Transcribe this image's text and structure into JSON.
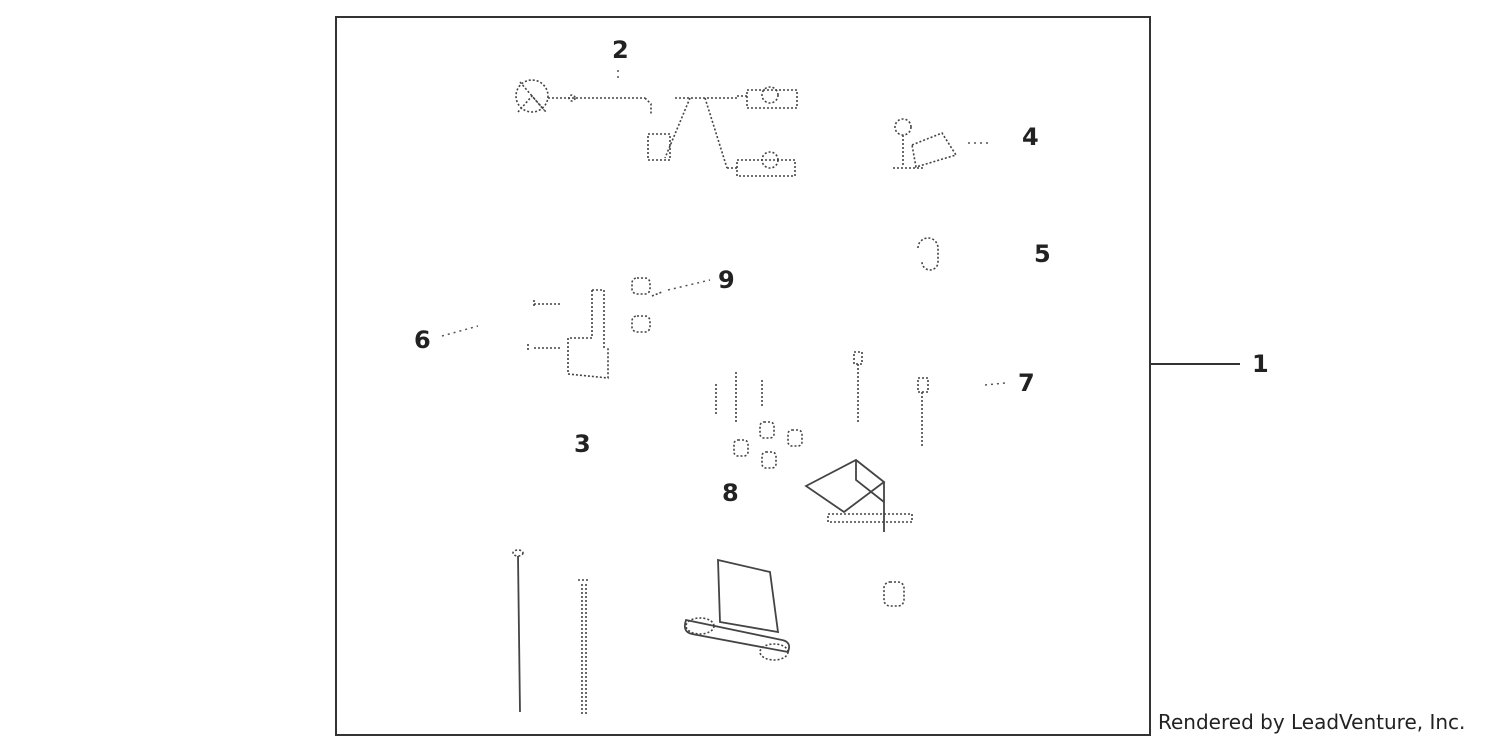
{
  "callouts": {
    "c1": "1",
    "c2": "2",
    "c3": "3",
    "c4": "4",
    "c5": "5",
    "c6": "6",
    "c7": "7",
    "c8": "8",
    "c9": "9"
  },
  "footer": {
    "credit": "Rendered by LeadVenture, Inc."
  },
  "colors": {
    "line": "#444444",
    "text": "#222222",
    "background": "#ffffff"
  }
}
